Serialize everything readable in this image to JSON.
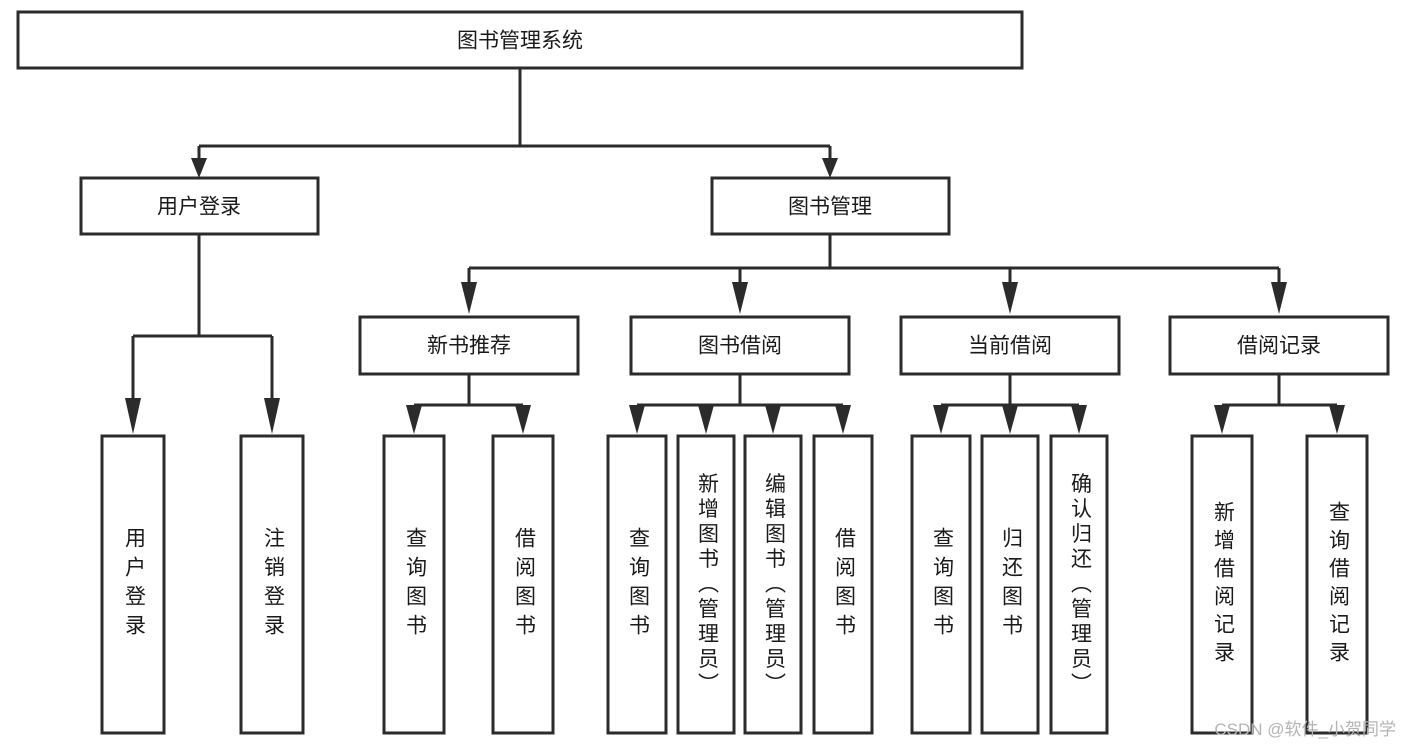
{
  "diagram": {
    "type": "tree-hierarchy-chart",
    "title": "图书管理系统",
    "orientation": "top-down",
    "colors": {
      "box_fill": "#ffffff",
      "box_stroke": "#2b2b2b",
      "text": "#1a1a1a",
      "watermark": "#b4b4b4",
      "background": "#ffffff"
    },
    "levels": [
      {
        "level": 1,
        "nodes": [
          {
            "id": "root",
            "label": "图书管理系统",
            "orientation": "horizontal"
          }
        ]
      },
      {
        "level": 2,
        "nodes": [
          {
            "id": "user-login",
            "label": "用户登录",
            "orientation": "horizontal",
            "parent": "root"
          },
          {
            "id": "book-manage",
            "label": "图书管理",
            "orientation": "horizontal",
            "parent": "root"
          }
        ]
      },
      {
        "level": 3,
        "nodes": [
          {
            "id": "new-book-rec",
            "label": "新书推荐",
            "orientation": "horizontal",
            "parent": "book-manage"
          },
          {
            "id": "book-borrow",
            "label": "图书借阅",
            "orientation": "horizontal",
            "parent": "book-manage"
          },
          {
            "id": "current-borrow",
            "label": "当前借阅",
            "orientation": "horizontal",
            "parent": "book-manage"
          },
          {
            "id": "borrow-record",
            "label": "借阅记录",
            "orientation": "horizontal",
            "parent": "book-manage"
          }
        ]
      },
      {
        "level": 4,
        "nodes": [
          {
            "id": "leaf-user-login",
            "label": "用户登录",
            "orientation": "vertical",
            "parent": "user-login"
          },
          {
            "id": "leaf-logout",
            "label": "注销登录",
            "orientation": "vertical",
            "parent": "user-login"
          },
          {
            "id": "leaf-query-book-1",
            "label": "查询图书",
            "orientation": "vertical",
            "parent": "new-book-rec"
          },
          {
            "id": "leaf-borrow-book-1",
            "label": "借阅图书",
            "orientation": "vertical",
            "parent": "new-book-rec"
          },
          {
            "id": "leaf-query-book-2",
            "label": "查询图书",
            "orientation": "vertical",
            "parent": "book-borrow"
          },
          {
            "id": "leaf-add-book",
            "label": "新增图书（管理员）",
            "orientation": "vertical",
            "parent": "book-borrow"
          },
          {
            "id": "leaf-edit-book",
            "label": "编辑图书（管理员）",
            "orientation": "vertical",
            "parent": "book-borrow"
          },
          {
            "id": "leaf-borrow-book-2",
            "label": "借阅图书",
            "orientation": "vertical",
            "parent": "book-borrow"
          },
          {
            "id": "leaf-query-book-3",
            "label": "查询图书",
            "orientation": "vertical",
            "parent": "current-borrow"
          },
          {
            "id": "leaf-return-book",
            "label": "归还图书",
            "orientation": "vertical",
            "parent": "current-borrow"
          },
          {
            "id": "leaf-confirm-return",
            "label": "确认归还（管理员）",
            "orientation": "vertical",
            "parent": "current-borrow"
          },
          {
            "id": "leaf-add-record",
            "label": "新增借阅记录",
            "orientation": "vertical",
            "parent": "borrow-record"
          },
          {
            "id": "leaf-query-record",
            "label": "查询借阅记录",
            "orientation": "vertical",
            "parent": "borrow-record"
          }
        ]
      }
    ]
  },
  "watermark": {
    "text": "CSDN @软件_小贺同学"
  }
}
